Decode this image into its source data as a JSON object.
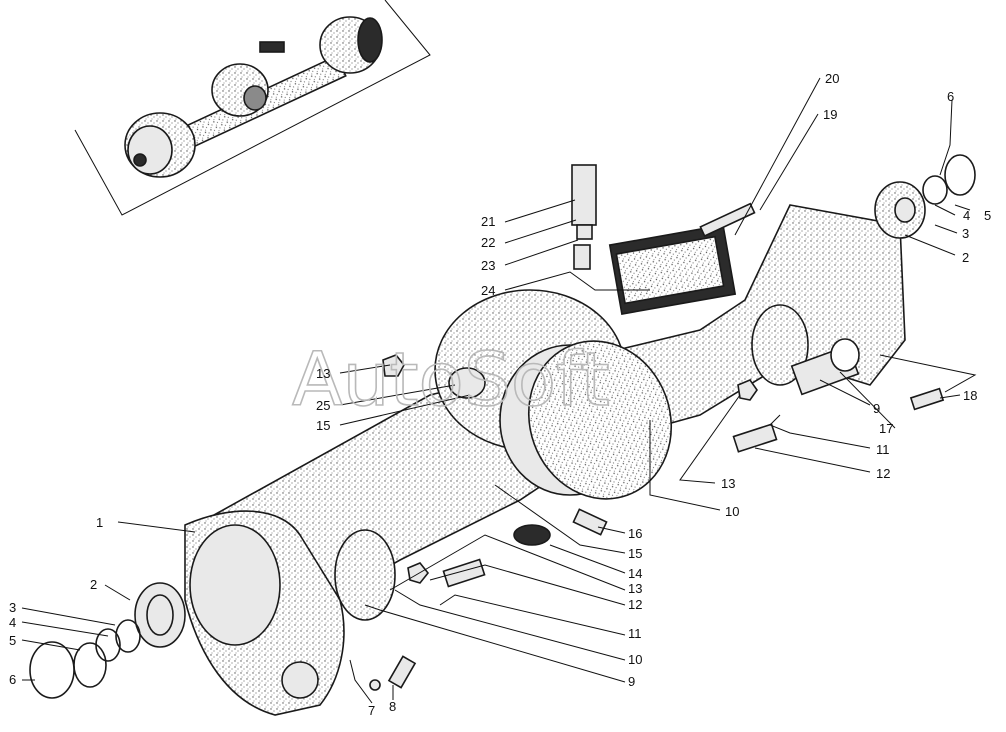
{
  "watermark": "AutoSoft",
  "callouts": [
    {
      "id": "c20a",
      "text": "20"
    },
    {
      "id": "c19a",
      "text": "19"
    },
    {
      "id": "c6a",
      "text": "6"
    },
    {
      "id": "c5a",
      "text": "5"
    },
    {
      "id": "c4a",
      "text": "4"
    },
    {
      "id": "c3a",
      "text": "3"
    },
    {
      "id": "c2a",
      "text": "2"
    },
    {
      "id": "c21",
      "text": "21"
    },
    {
      "id": "c22",
      "text": "22"
    },
    {
      "id": "c23",
      "text": "23"
    },
    {
      "id": "c24",
      "text": "24"
    },
    {
      "id": "c18",
      "text": "18"
    },
    {
      "id": "c13a",
      "text": "13"
    },
    {
      "id": "c25",
      "text": "25"
    },
    {
      "id": "c15a",
      "text": "15"
    },
    {
      "id": "c9a",
      "text": "9"
    },
    {
      "id": "c17",
      "text": "17"
    },
    {
      "id": "c11a",
      "text": "11"
    },
    {
      "id": "c12a",
      "text": "12"
    },
    {
      "id": "c13b",
      "text": "13"
    },
    {
      "id": "c10a",
      "text": "10"
    },
    {
      "id": "c1",
      "text": "1"
    },
    {
      "id": "c16",
      "text": "16"
    },
    {
      "id": "c15b",
      "text": "15"
    },
    {
      "id": "c14",
      "text": "14"
    },
    {
      "id": "c13c",
      "text": "13"
    },
    {
      "id": "c12b",
      "text": "12"
    },
    {
      "id": "c11b",
      "text": "11"
    },
    {
      "id": "c10b",
      "text": "10"
    },
    {
      "id": "c9b",
      "text": "9"
    },
    {
      "id": "c2b",
      "text": "2"
    },
    {
      "id": "c3b",
      "text": "3"
    },
    {
      "id": "c4b",
      "text": "4"
    },
    {
      "id": "c5b",
      "text": "5"
    },
    {
      "id": "c6b",
      "text": "6"
    },
    {
      "id": "c7",
      "text": "7"
    },
    {
      "id": "c8",
      "text": "8"
    }
  ]
}
